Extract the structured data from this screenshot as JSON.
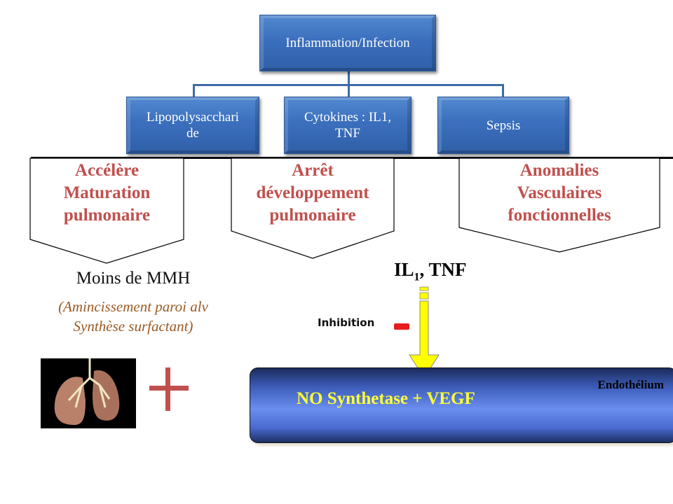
{
  "root": {
    "label": "Inflammation/Infection"
  },
  "causes": [
    {
      "label": "Lipopolysaccharide",
      "line1": "Lipopolysacchari",
      "line2": "de"
    },
    {
      "label": "Cytokines : IL1, TNF",
      "line1": "Cytokines : IL1,",
      "line2": "TNF"
    },
    {
      "label": "Sepsis",
      "line1": "Sepsis",
      "line2": ""
    }
  ],
  "effects": [
    {
      "lines": [
        "Accélère",
        "Maturation",
        "pulmonaire"
      ]
    },
    {
      "lines": [
        "Arrêt",
        "développement",
        "pulmonaire"
      ]
    },
    {
      "lines": [
        "Anomalies",
        "Vasculaires",
        "fonctionnelles"
      ]
    }
  ],
  "left_result": {
    "title": "Moins de MMH",
    "detail_line1": "(Amincissement paroi alv",
    "detail_line2": "Synthèse  surfactant)",
    "image": "lungs-illustration",
    "plus_symbol": "+"
  },
  "right_result": {
    "mediator": "IL",
    "mediator_sub": "1",
    "mediator_rest": ", TNF",
    "inhibition_label": "Inhibition",
    "minus_symbol": "-",
    "target_title": "NO Synthetase + VEGF",
    "target_label": "Endothélium"
  },
  "colors": {
    "box_blue": "#3b6fbd",
    "effect_red": "#c0504d",
    "italic_brown": "#9a5a24",
    "arrow_yellow": "#ffff00",
    "minus_red": "#e81c1c",
    "target_text_yellow": "#ffff33"
  }
}
